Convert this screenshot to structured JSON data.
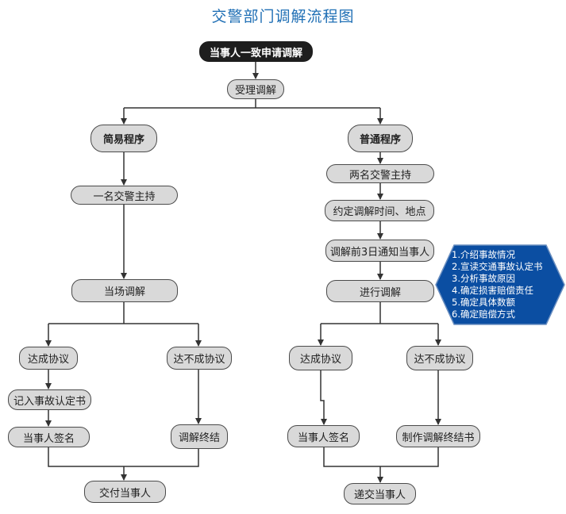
{
  "title": "交警部门调解流程图",
  "nodes": {
    "start": "当事人一致申请调解",
    "accept": "受理调解",
    "simple": "简易程序",
    "normal": "普通程序",
    "one_officer": "一名交警主持",
    "two_officers": "两名交警主持",
    "schedule": "约定调解时间、地点",
    "notify": "调解前3日通知当事人",
    "onsite": "当场调解",
    "mediate": "进行调解",
    "l_agree": "达成协议",
    "l_disagree": "达不成协议",
    "r_agree": "达成协议",
    "r_disagree": "达不成协议",
    "record": "记入事故认定书",
    "l_sign": "当事人签名",
    "l_end": "调解终结",
    "r_sign": "当事人签名",
    "r_end_doc": "制作调解终结书",
    "l_deliver": "交付当事人",
    "r_deliver": "递交当事人"
  },
  "steps_note": [
    "1.介绍事故情况",
    "2.宣读交通事故认定书",
    "3.分析事故原因",
    "4.确定损害赔偿责任",
    "5.确定具体数额",
    "6.确定赔偿方式"
  ],
  "colors": {
    "title": "#1f6fb5",
    "node_fill": "#d9d9d9",
    "node_border": "#4a4a4a",
    "start_fill": "#1e1e1e",
    "note_fill": "#0b4ea2"
  }
}
